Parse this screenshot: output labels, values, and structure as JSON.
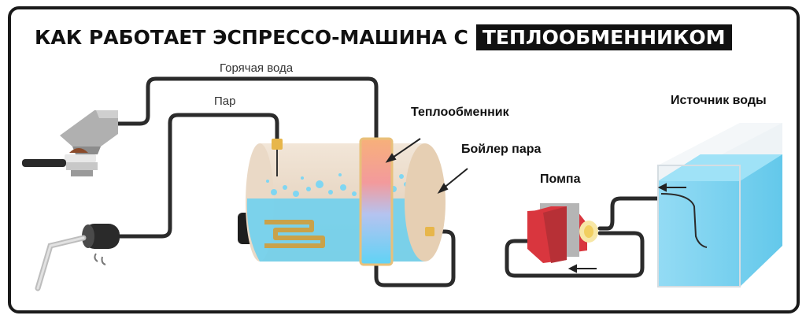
{
  "title": {
    "main": "КАК РАБОТАЕТ ЭСПРЕССО-МАШИНА С",
    "accent": "ТЕПЛООБМЕННИКОМ"
  },
  "labels": {
    "hot_water": "Горячая вода",
    "steam": "Пар",
    "heat_exchanger": "Теплообменник",
    "steam_boiler": "Бойлер пара",
    "pump": "Помпа",
    "water_source": "Источник воды"
  },
  "colors": {
    "pipe": "#2b2b2b",
    "water": "#6fd0ee",
    "boiler_body": "#e8d7c4",
    "heating_element": "#c9a24a",
    "pump_red": "#d9363e",
    "tank_water": "#7fd3f0"
  }
}
